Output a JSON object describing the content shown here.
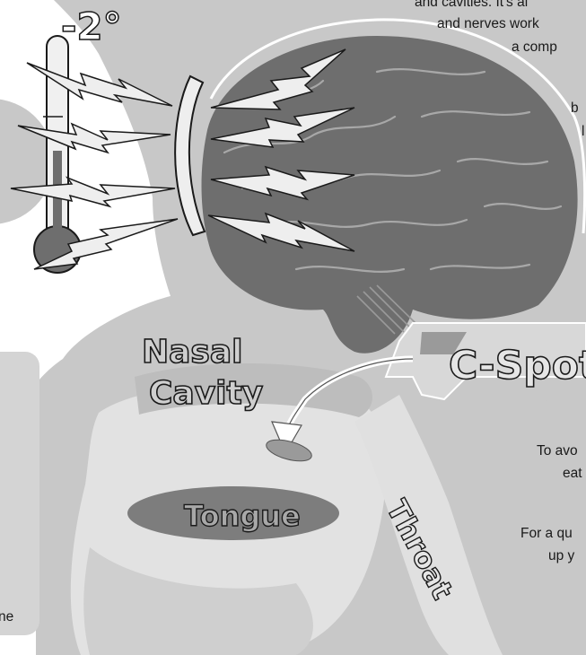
{
  "thermometer": {
    "reading": "-2°"
  },
  "labels": {
    "nasal_cavity_line1": "Nasal",
    "nasal_cavity_line2": "Cavity",
    "tongue": "Tongue",
    "throat": "Throat",
    "c_spot": "C-Spot"
  },
  "text_fragments": {
    "top_line1": "and cavities. It's al",
    "top_line2": "and nerves work",
    "top_line3": "a comp",
    "top_line4": "b",
    "top_line5": "l",
    "right_line1": "To avo",
    "right_line2": "eat",
    "right_line3": "For a qu",
    "right_line4": "up y",
    "left_box_text": "ne"
  },
  "colors": {
    "background": "#ffffff",
    "head_silhouette": "#c8c8c8",
    "brain": "#6e6e6e",
    "outline": "#1a1a1a",
    "light_gray": "#e6e6e6",
    "mid_gray": "#9a9a9a"
  }
}
